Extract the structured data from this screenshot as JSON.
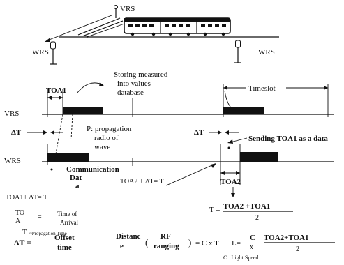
{
  "scene": {
    "vrs_station": "VRS",
    "wrs_left": "WRS",
    "wrs_right": "WRS"
  },
  "timeline": {
    "vrs_label": "VRS",
    "wrs_label": "WRS",
    "toa1": "TOA1",
    "storing_line1": "Storing measured",
    "storing_line2": "into values",
    "storing_line3": "database",
    "timeslot": "Timeslot",
    "delta_t_left": "ΔT",
    "delta_t_right": "ΔT",
    "prop_line1": "P: propagation",
    "prop_line2": "radio of",
    "prop_line3": "wave",
    "sending": "Sending TOA1 as a data",
    "communication": "Communication",
    "data_part1": "Dat",
    "data_part2": "a",
    "toa2_eq": "TOA2 + ΔT= T",
    "toa1_eq": "TOA1+ ΔT= T",
    "toa2": "TOA2"
  },
  "formulas": {
    "t_eq_lhs": "T =",
    "t_eq_num": "TOA2 +TOA1",
    "t_eq_den": "2",
    "toa_def_1": "TO",
    "toa_def_2": "A",
    "toa_def_eq": "=",
    "toa_def_text1": "Time of",
    "toa_def_text2": "Arrival",
    "t_def": "T",
    "t_def_text": "~Propagation Time",
    "delta_t_def": "ΔT =",
    "offset_line1": "Offset",
    "offset_line2": "time",
    "distance_line1": "Distanc",
    "distance_line2": "e",
    "paren_open": "(",
    "rf_line1": "RF",
    "rf_line2": "ranging",
    "paren_close": ")",
    "cxt": "= C x T",
    "l_eq": "L=",
    "c_top": "C",
    "c_x": "x",
    "l_num": "TOA2+TOA1",
    "l_den": "2",
    "light_speed": "C : Light Speed"
  }
}
